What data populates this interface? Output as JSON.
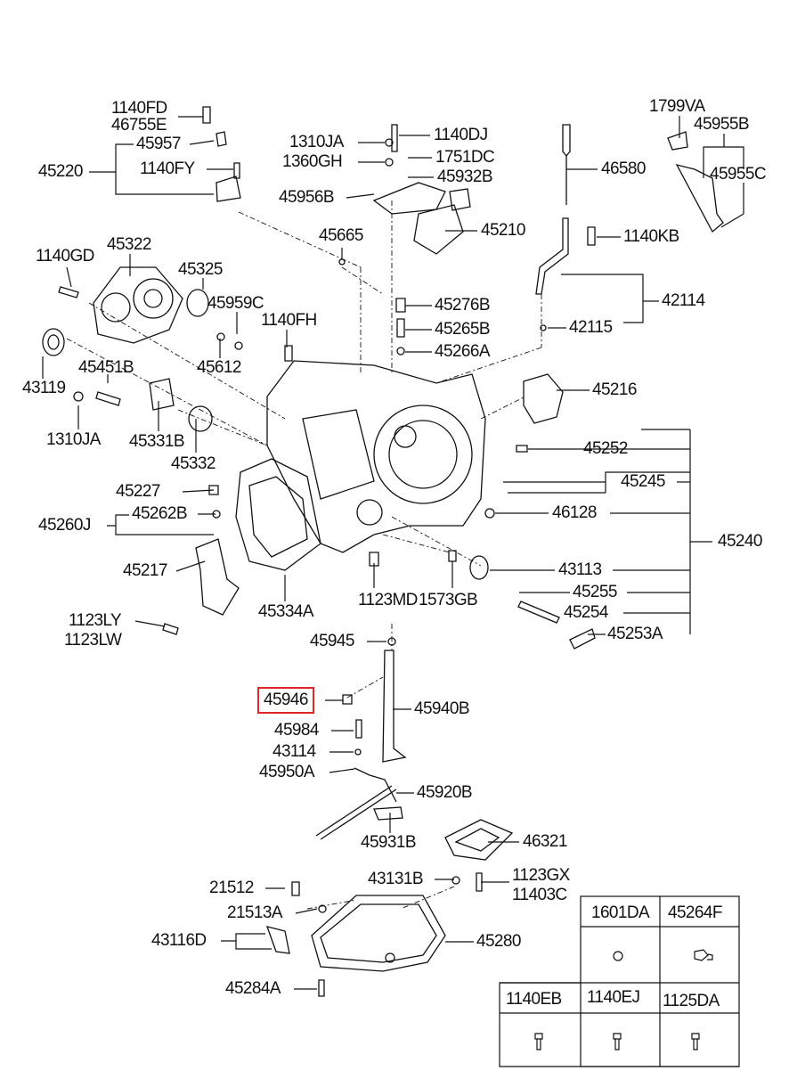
{
  "highlight_color": "#e0262b",
  "highlighted_part": "45946",
  "labels": [
    "1140FD",
    "46755E",
    "45957",
    "45220",
    "1140FY",
    "1310JA",
    "1140DJ",
    "1360GH",
    "1751DC",
    "45956B",
    "45932B",
    "46580",
    "1799VA",
    "45955B",
    "45955C",
    "45210",
    "45665",
    "1140KB",
    "1140GD",
    "45322",
    "45325",
    "45959C",
    "1140FH",
    "42114",
    "45276B",
    "42115",
    "45265B",
    "45266A",
    "43119",
    "45451B",
    "45612",
    "1310JA",
    "45331B",
    "45216",
    "45332",
    "45252",
    "45227",
    "45245",
    "45262B",
    "46128",
    "45260J",
    "45240",
    "45217",
    "43113",
    "1123MD",
    "1573GB",
    "45334A",
    "45255",
    "1123LY",
    "1123LW",
    "45254",
    "45945",
    "45253A",
    "45946",
    "45940B",
    "45984",
    "43114",
    "45950A",
    "45920B",
    "45931B",
    "46321",
    "43131B",
    "1123GX",
    "11403C",
    "21512",
    "21513A",
    "43116D",
    "45280",
    "45284A"
  ],
  "parts_table": {
    "headers": [
      "1601DA",
      "45264F",
      "1140EB",
      "1140EJ",
      "1125DA"
    ]
  }
}
